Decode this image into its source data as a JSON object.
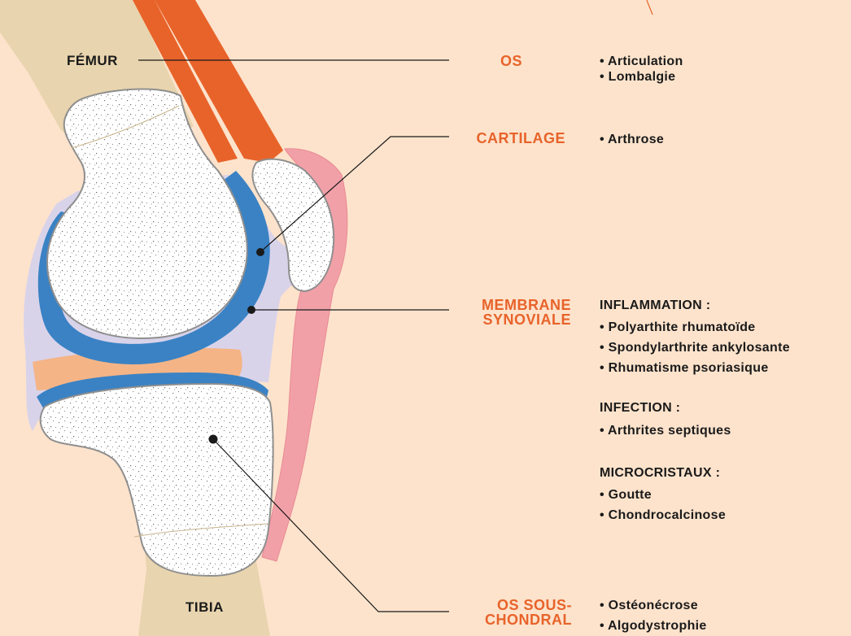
{
  "bones": {
    "femur": "FÉMUR",
    "tibia": "TIBIA"
  },
  "categories": [
    {
      "id": "os",
      "lines": [
        "OS"
      ],
      "items": [
        "• Articulation",
        "• Lombalgie"
      ]
    },
    {
      "id": "cartilage",
      "lines": [
        "CARTILAGE"
      ],
      "items": [
        "• Arthrose"
      ]
    },
    {
      "id": "membrane",
      "lines": [
        "MEMBRANE",
        "SYNOVIALE"
      ],
      "groups": [
        {
          "title": "INFLAMMATION :",
          "items": [
            "• Polyarthite rhumatoïde",
            "• Spondylarthrite ankylosante",
            "• Rhumatisme psoriasique"
          ]
        },
        {
          "title": "INFECTION :",
          "items": [
            "• Arthrites septiques"
          ]
        },
        {
          "title": "MICROCRISTAUX :",
          "items": [
            "• Goutte",
            "• Chondrocalcinose"
          ]
        }
      ]
    },
    {
      "id": "os-sous-chondral",
      "lines": [
        "OS SOUS-",
        "CHONDRAL"
      ],
      "items": [
        "• Ostéonécrose",
        "• Algodystrophie"
      ]
    }
  ],
  "colors": {
    "background": "#fde3cc",
    "bone_shaft": "#e8d4ae",
    "bone_head": "#ffffff",
    "cartilage": "#3a82c4",
    "synovial_membrane": "#d9d3ea",
    "meniscus": "#f4b486",
    "tendon": "#e8632a",
    "patellar_ligament": "#f2a0a8",
    "accent_text": "#e8632a"
  }
}
